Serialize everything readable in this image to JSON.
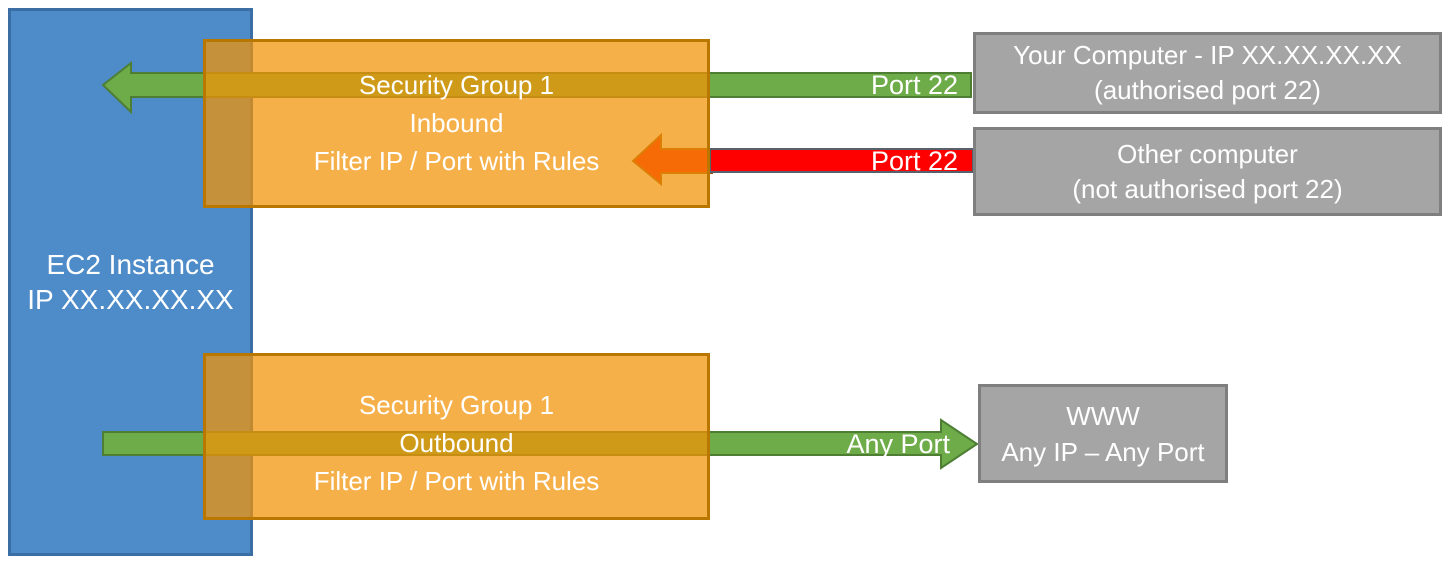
{
  "diagram": {
    "ec2": {
      "line1": "EC2 Instance",
      "line2": "IP XX.XX.XX.XX"
    },
    "sg_inbound": {
      "line1": "Security Group 1",
      "line2": "Inbound",
      "line3": "Filter IP / Port with Rules"
    },
    "sg_outbound": {
      "line1": "Security Group 1",
      "line2": "Outbound",
      "line3": "Filter IP / Port with Rules"
    },
    "your_computer": {
      "line1": "Your Computer - IP XX.XX.XX.XX",
      "line2": "(authorised port 22)"
    },
    "other_computer": {
      "line1": "Other computer",
      "line2": "(not authorised port 22)"
    },
    "www": {
      "line1": "WWW",
      "line2": "Any IP – Any Port"
    },
    "labels": {
      "inbound_allowed": "Port 22",
      "inbound_blocked": "Port 22",
      "outbound": "Any Port"
    },
    "colors": {
      "ec2_fill": "#4D8BC9",
      "ec2_border": "#3B6EA5",
      "security_group_fill": "#F39307",
      "security_group_border": "#B97700",
      "allowed_arrow_fill": "#6EAC49",
      "allowed_arrow_border": "#4E7E33",
      "blocked_arrow_fill": "#FE0000",
      "blocked_arrow_border": "#58616B",
      "endpoint_fill": "#A5A5A5",
      "endpoint_border": "#7F7F7F",
      "text": "#FFFFFF"
    }
  }
}
